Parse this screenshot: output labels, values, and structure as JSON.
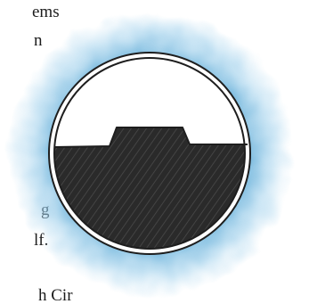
{
  "text_fragments": [
    {
      "id": "frag-0",
      "text": "ems"
    },
    {
      "id": "frag-1",
      "text": "n"
    },
    {
      "id": "frag-2",
      "text": "g"
    },
    {
      "id": "frag-3",
      "text": "lf."
    },
    {
      "id": "frag-4",
      "text": "h Cir"
    }
  ],
  "illustration": {
    "halo_color": "#5aa9d6",
    "halo_light_color": "#9fd0ec",
    "fill_color": "#2a2a2a",
    "outline_color": "#1e1e1e",
    "inner_rim_color": "#ffffff",
    "top_half_color": "#ffffff"
  }
}
